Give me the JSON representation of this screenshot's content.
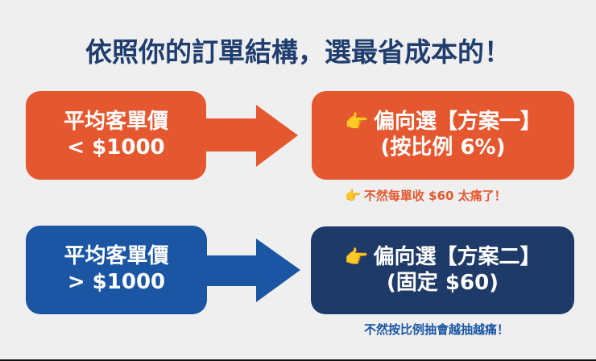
{
  "title": "依照你的訂單結構，選最省成本的！",
  "colors": {
    "background": "#efefef",
    "title": "#1f3d6e",
    "orange": "#e5582f",
    "blue": "#1a56a4",
    "navy": "#1e3a68"
  },
  "rows": [
    {
      "condition": {
        "line1": "平均客單價",
        "line2": "< $1000"
      },
      "recommendation": {
        "icon": "pointing-hand-icon",
        "hand": "👉",
        "line1": "偏向選【方案一】",
        "line2": "(按比例 6%)"
      },
      "note": {
        "hand": "👉",
        "text": "不然每單收 $60 太痛了！"
      }
    },
    {
      "condition": {
        "line1": "平均客單價",
        "line2": "> $1000"
      },
      "recommendation": {
        "icon": "pointing-hand-icon",
        "hand": "👉",
        "line1": "偏向選【方案二】",
        "line2": "(固定 $60)"
      },
      "note": {
        "text": "不然按比例抽會越抽越痛！"
      }
    }
  ]
}
